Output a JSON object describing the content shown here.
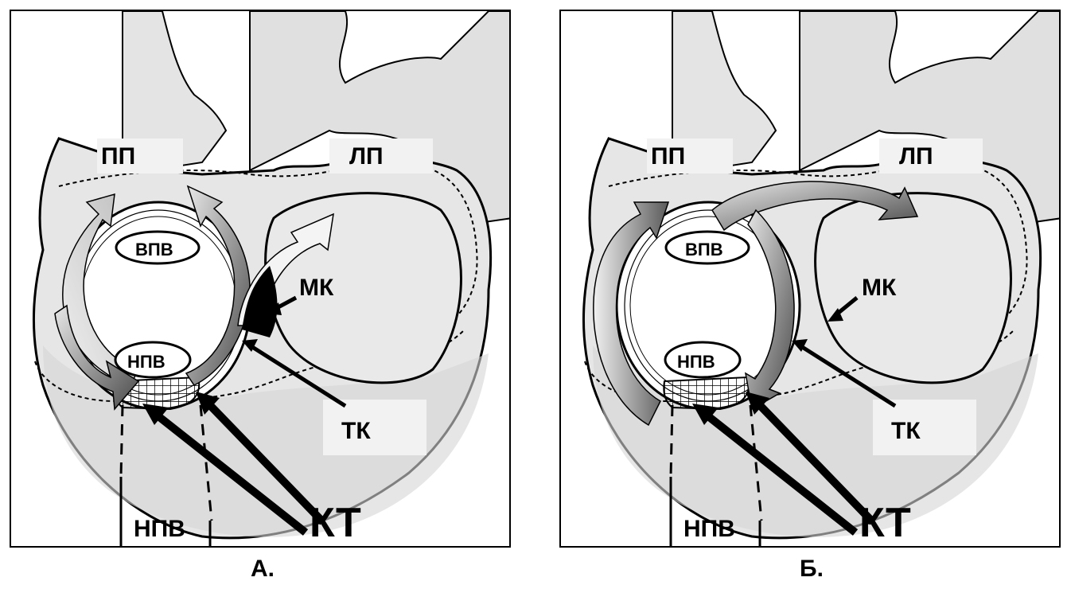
{
  "panels": [
    {
      "labels": {
        "ra": "ПП",
        "la": "ЛП",
        "svc": "ВПВ",
        "ivc_ring": "НПВ",
        "mv": "МК",
        "tv": "ТК",
        "ct": "КТ",
        "ivc_vessel": "НПВ"
      },
      "caption": "А."
    },
    {
      "labels": {
        "ra": "ПП",
        "la": "ЛП",
        "svc": "ВПВ",
        "ivc_ring": "НПВ",
        "mv": "МК",
        "tv": "ТК",
        "ct": "КТ",
        "ivc_vessel": "НПВ"
      },
      "caption": "Б."
    }
  ],
  "colors": {
    "heart_fill": "#e6e6e6",
    "heart_dark": "#cfcfcf",
    "arrow_light": "#d9d9d9",
    "arrow_dark": "#6e6e6e",
    "outline": "#000000"
  }
}
